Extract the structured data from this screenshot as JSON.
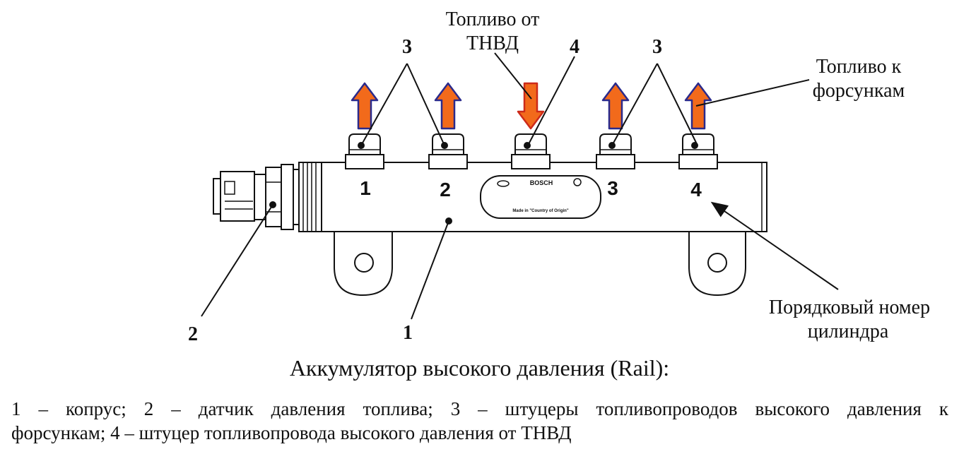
{
  "labels": {
    "fuel_from_pump_line1": "Топливо от",
    "fuel_from_pump_line2": "ТНВД",
    "fuel_to_injectors_line1": "Топливо к",
    "fuel_to_injectors_line2": "форсункам",
    "cylinder_order_line1": "Порядковый номер",
    "cylinder_order_line2": "цилиндра"
  },
  "callouts": {
    "body": "1",
    "sensor": "2",
    "outlets_left": "3",
    "outlets_right": "3",
    "inlet": "4"
  },
  "cylinder_numbers": [
    "1",
    "2",
    "3",
    "4"
  ],
  "rail_markings": {
    "brand": "BOSCH",
    "origin": "Made in \"Country of Origin\""
  },
  "caption": {
    "title": "Аккумулятор высокого давления (Rail):",
    "legend_line1": "1 – копрус; 2 – датчик давления топлива; 3 – штуцеры топливопроводов высокого давления к",
    "legend_line2": "форсункам; 4 – штуцер топливопровода высокого давления от ТНВД"
  },
  "colors": {
    "arrow_fill": "#f26a1b",
    "arrow_outline": "#2a2a8c",
    "inlet_arrow_outline": "#cc2a1a",
    "line": "#111111"
  }
}
